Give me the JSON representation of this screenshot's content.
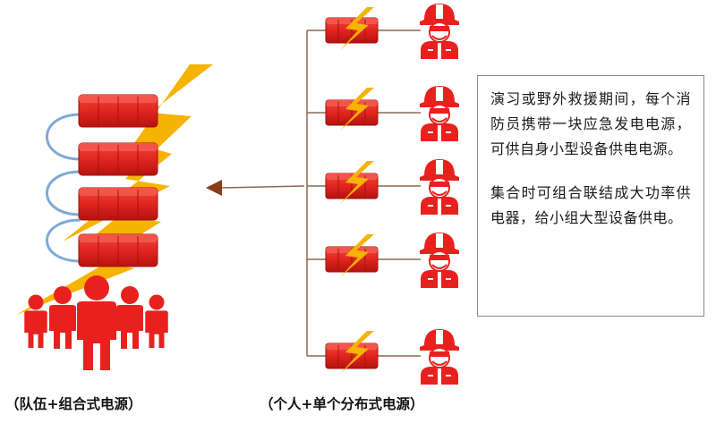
{
  "note": {
    "p1": "演习或野外救援期间，每个消防员携带一块应急发电电源，可供自身小型设备供电电源。",
    "p2": "集合时可组合联结成大功率供电器，给小组大型设备供电。"
  },
  "captions": {
    "left": "（队伍+组合式电源）",
    "right": "（个人+单个分布式电源）"
  },
  "colors": {
    "red": "#e8211e",
    "dark_red": "#b5120f",
    "lightning": "#f6b300",
    "cable": "#7fa9d4",
    "line": "#8a6a55"
  },
  "icons": {
    "battery": "battery-icon",
    "lightning": "lightning-bolt-icon",
    "firefighter": "firefighter-icon",
    "team": "team-icon",
    "arrow": "arrow-left-icon"
  },
  "individual_units_count": 5,
  "combined_stack_count": 4
}
